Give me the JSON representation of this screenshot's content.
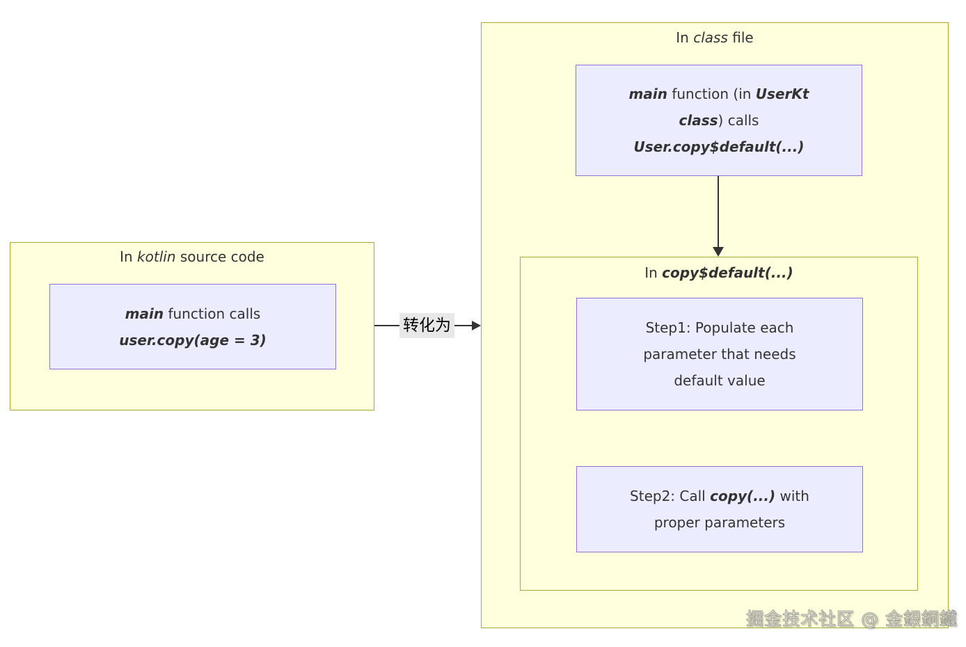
{
  "colors": {
    "background": "#ffffff",
    "cluster_fill": "#ffffde",
    "cluster_stroke": "#aaaa33",
    "node_fill": "#ececff",
    "node_stroke": "#9370db",
    "text": "#333333",
    "edge": "#333333",
    "edge_label_bg": "#e8e8e8"
  },
  "left_cluster": {
    "title_pre": "In ",
    "title_em": "kotlin",
    "title_post": " source code",
    "node": {
      "line1_code": "main",
      "line1_rest": " function calls",
      "line2_code": "user.copy(age = 3)"
    }
  },
  "edge": {
    "label": "转化为"
  },
  "right_cluster": {
    "title_pre": "In ",
    "title_em": "class",
    "title_post": " file",
    "top_node": {
      "line1_code1": "main",
      "line1_text": " function (in ",
      "line1_code2": "UserKt",
      "line2_code": "class",
      "line2_text": ") calls",
      "line3_code": "User.copy$default(...)"
    },
    "inner_cluster": {
      "title_pre": "In ",
      "title_code": "copy$default(...)",
      "step1_node": {
        "line1": "Step1: Populate each",
        "line2": "parameter that needs",
        "line3": "default value"
      },
      "step2_node": {
        "line1_pre": "Step2: Call ",
        "line1_code": "copy(...)",
        "line1_post": " with",
        "line2": "proper parameters"
      }
    }
  },
  "watermark": "掘金技术社区 @ 金銀銅鐵"
}
